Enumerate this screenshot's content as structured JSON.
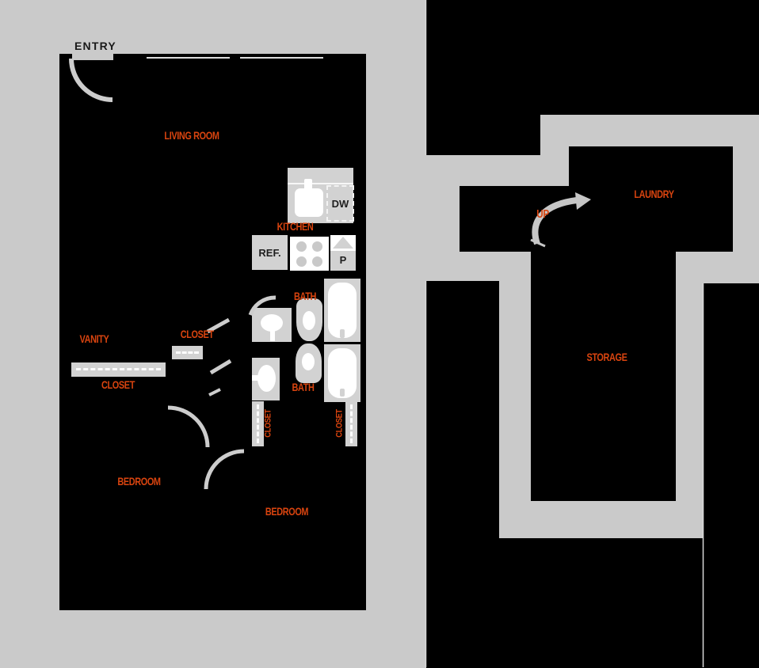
{
  "plan_title": "apartment-floor-plan",
  "colors": {
    "background": "#cacaca",
    "floor": "#000000",
    "fixture": "#d2d2d2",
    "accent_room_label": "#d9440f",
    "entry_label": "#1a1a1a"
  },
  "labels": {
    "entry": "ENTRY",
    "living_room": "LIVING ROOM",
    "kitchen": "KITCHEN",
    "bath_upper": "BATH",
    "bath_lower": "BATH",
    "closet_hall": "CLOSET",
    "closet_long": "CLOSET",
    "vanity": "VANITY",
    "bedroom_left": "BEDROOM",
    "bedroom_right": "BEDROOM",
    "closet_bed_left": "CLOSET",
    "closet_bed_right": "CLOSET",
    "up": "UP",
    "laundry": "LAUNDRY",
    "storage": "STORAGE"
  },
  "fixtures": {
    "dishwasher": "DW",
    "refrigerator": "REF.",
    "pantry": "P"
  }
}
